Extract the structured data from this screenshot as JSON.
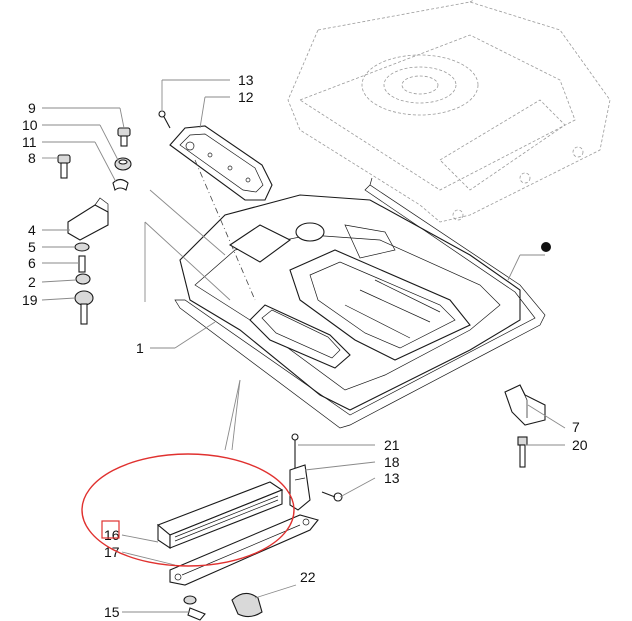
{
  "callouts": {
    "p1": "1",
    "p2": "2",
    "p4": "4",
    "p5": "5",
    "p6": "6",
    "p7": "7",
    "p8": "8",
    "p9": "9",
    "p10": "10",
    "p11": "11",
    "p12": "12",
    "p13a": "13",
    "p13b": "13",
    "p15": "15",
    "p16": "16",
    "p17": "17",
    "p18": "18",
    "p19": "19",
    "p20": "20",
    "p21": "21",
    "p22": "22"
  },
  "highlight": {
    "ellipse_color": "#e0312f",
    "box_color": "#e0312f"
  }
}
